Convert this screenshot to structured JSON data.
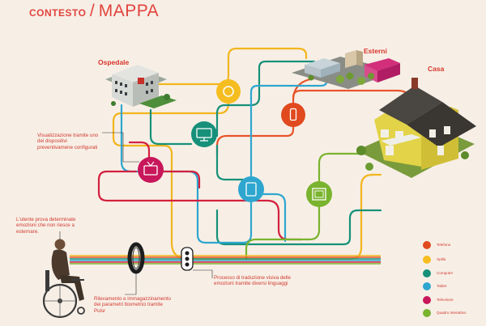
{
  "header": {
    "context_label": "CONTESTO",
    "separator": "/",
    "map_label": "MAPPA"
  },
  "places": {
    "hospital": "Ospedale",
    "outdoors": "Esterni",
    "home": "Casa"
  },
  "notes": {
    "visualization": "Visualizzazione tramite uno dei dispositivi preventivamene configurati",
    "user": "L'utente prova determinate emozioni che non riesce a esternare.",
    "detection": "Rilevamento e immagazzinamento dei parametri biometrici tramite Pulsr",
    "process": "Processo di traduzione visiva delle emozioni tramite diversi linguaggi"
  },
  "legend": [
    {
      "label": "Telefono",
      "color": "#e04a1e",
      "icon": "phone-icon"
    },
    {
      "label": "Spilla",
      "color": "#f5bd1f",
      "icon": "pin-badge-icon"
    },
    {
      "label": "Computer",
      "color": "#17907a",
      "icon": "computer-icon"
    },
    {
      "label": "Tablet",
      "color": "#2ea6cf",
      "icon": "tablet-icon"
    },
    {
      "label": "Televisore",
      "color": "#c8175a",
      "icon": "television-icon"
    },
    {
      "label": "Quadro interattivo",
      "color": "#7ab32e",
      "icon": "interactive-frame-icon"
    }
  ],
  "colors": {
    "background": "#f7efe6",
    "accent": "#e2433d",
    "line_yellow": "#f2b51e",
    "line_orange": "#e8542a",
    "line_teal": "#17907a",
    "line_blue": "#2ea6cf",
    "line_red": "#d3203f",
    "line_green": "#7ab32e"
  }
}
